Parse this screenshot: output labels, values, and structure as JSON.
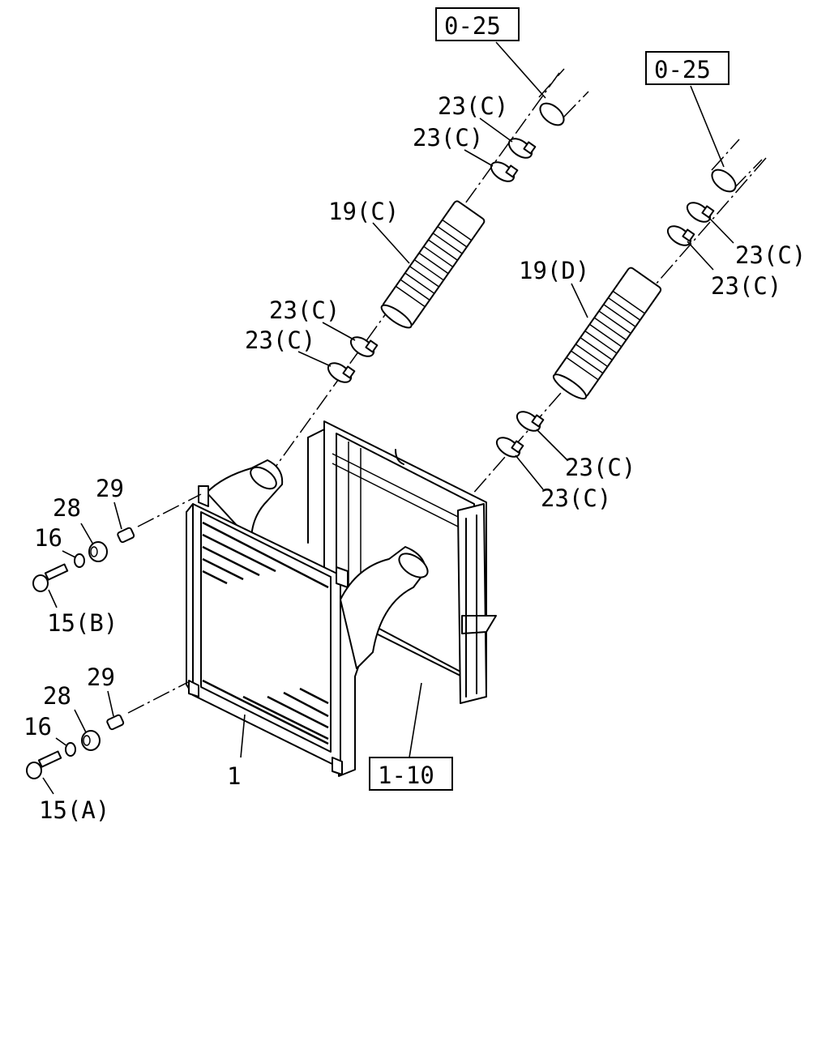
{
  "callouts": {
    "ref_top_left": "0-25",
    "ref_top_right": "0-25",
    "ref_bottom": "1-10",
    "clamp_1": "23(C)",
    "clamp_2": "23(C)",
    "clamp_3": "23(C)",
    "clamp_4": "23(C)",
    "clamp_5": "23(C)",
    "clamp_6": "23(C)",
    "clamp_7": "23(C)",
    "clamp_8": "23(C)",
    "hose_c": "19(C)",
    "hose_d": "19(D)",
    "cooler": "1",
    "spacer_upper": "29",
    "spacer_lower": "29",
    "cushion_upper": "28",
    "cushion_lower": "28",
    "washer_upper": "16",
    "washer_lower": "16",
    "bolt_b": "15(B)",
    "bolt_a": "15(A)"
  }
}
